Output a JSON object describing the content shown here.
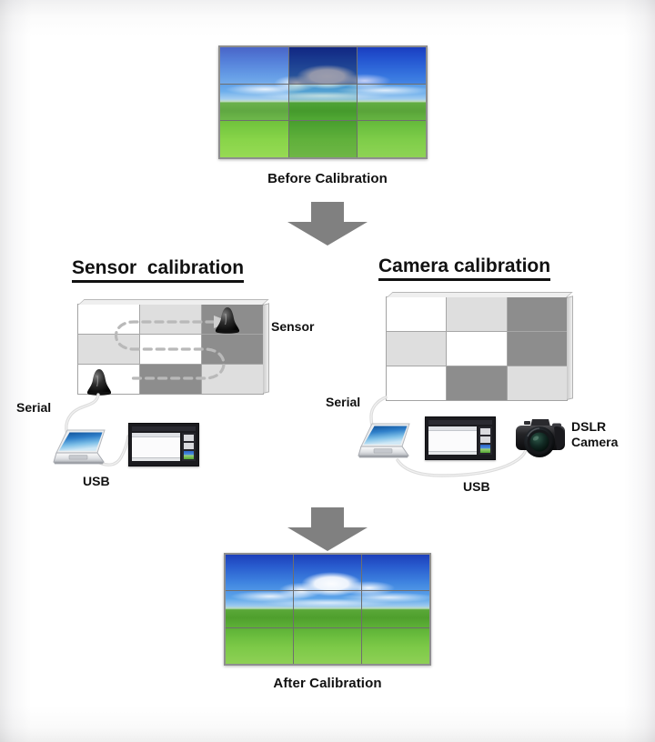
{
  "diagram": {
    "title_top": "Before Calibration",
    "title_bottom": "After Calibration"
  },
  "top_wall": {
    "caption": "Before Calibration",
    "rows": 3,
    "cols": 3,
    "tiles": [
      {
        "id": "r1c1",
        "tint": "rgba(255,255,255,0.20)",
        "note": "washed-out bright"
      },
      {
        "id": "r1c2",
        "tint": "rgba(0,0,40,0.38)",
        "note": "dark / deep blue"
      },
      {
        "id": "r1c3",
        "tint": "rgba(20,60,220,0.20)",
        "note": "blue shifted"
      },
      {
        "id": "r2c1",
        "tint": "rgba(255,255,255,0.10)",
        "note": "slightly bright"
      },
      {
        "id": "r2c2",
        "tint": "rgba(0,120,40,0.12)",
        "note": "green shifted"
      },
      {
        "id": "r2c3",
        "tint": "rgba(255,255,255,0.06)",
        "note": "near normal"
      },
      {
        "id": "r3c1",
        "tint": "rgba(180,255,80,0.22)",
        "note": "yellow-green"
      },
      {
        "id": "r3c2",
        "tint": "rgba(0,90,20,0.22)",
        "note": "dark green"
      },
      {
        "id": "r3c3",
        "tint": "rgba(140,230,90,0.16)",
        "note": "light green"
      }
    ]
  },
  "bottom_wall": {
    "caption": "After Calibration",
    "rows": 3,
    "cols": 3,
    "tiles": [
      {
        "id": "r1c1",
        "tint": "rgba(0,0,0,0)"
      },
      {
        "id": "r1c2",
        "tint": "rgba(0,0,0,0)"
      },
      {
        "id": "r1c3",
        "tint": "rgba(0,0,0,0)"
      },
      {
        "id": "r2c1",
        "tint": "rgba(0,0,0,0)"
      },
      {
        "id": "r2c2",
        "tint": "rgba(0,0,0,0)"
      },
      {
        "id": "r2c3",
        "tint": "rgba(0,0,0,0)"
      },
      {
        "id": "r3c1",
        "tint": "rgba(0,0,0,0)"
      },
      {
        "id": "r3c2",
        "tint": "rgba(0,0,0,0)"
      },
      {
        "id": "r3c3",
        "tint": "rgba(0,0,0,0)"
      }
    ]
  },
  "arrows": {
    "top": {
      "name": "flow-arrow-down-top",
      "color": "#808080"
    },
    "bottom": {
      "name": "flow-arrow-down-bottom",
      "color": "#808080"
    }
  },
  "sensor_section": {
    "title": "Sensor  calibration",
    "grid_pattern": [
      [
        "white",
        "light",
        "dark"
      ],
      [
        "light",
        "white",
        "dark"
      ],
      [
        "white",
        "dark",
        "light"
      ]
    ],
    "labels": {
      "sensor": "Sensor",
      "serial": "Serial",
      "usb": "USB"
    },
    "devices": {
      "sensor_probe": "colorimeter-sensor",
      "laptop": "laptop",
      "software": "calibration-software-window"
    }
  },
  "camera_section": {
    "title": "Camera calibration",
    "grid_pattern": [
      [
        "white",
        "light",
        "dark"
      ],
      [
        "light",
        "white",
        "dark"
      ],
      [
        "white",
        "dark",
        "light"
      ]
    ],
    "labels": {
      "serial": "Serial",
      "usb": "USB",
      "dslr": "DSLR\nCamera"
    },
    "devices": {
      "laptop": "laptop",
      "software": "calibration-software-window",
      "camera": "dslr-camera"
    }
  },
  "colors": {
    "cell_white": "#ffffff",
    "cell_light": "#dedede",
    "cell_dark": "#8d8d8d",
    "arrow_gray": "#808080",
    "text_black": "#111111",
    "cable_gray": "#d8d8d8"
  }
}
